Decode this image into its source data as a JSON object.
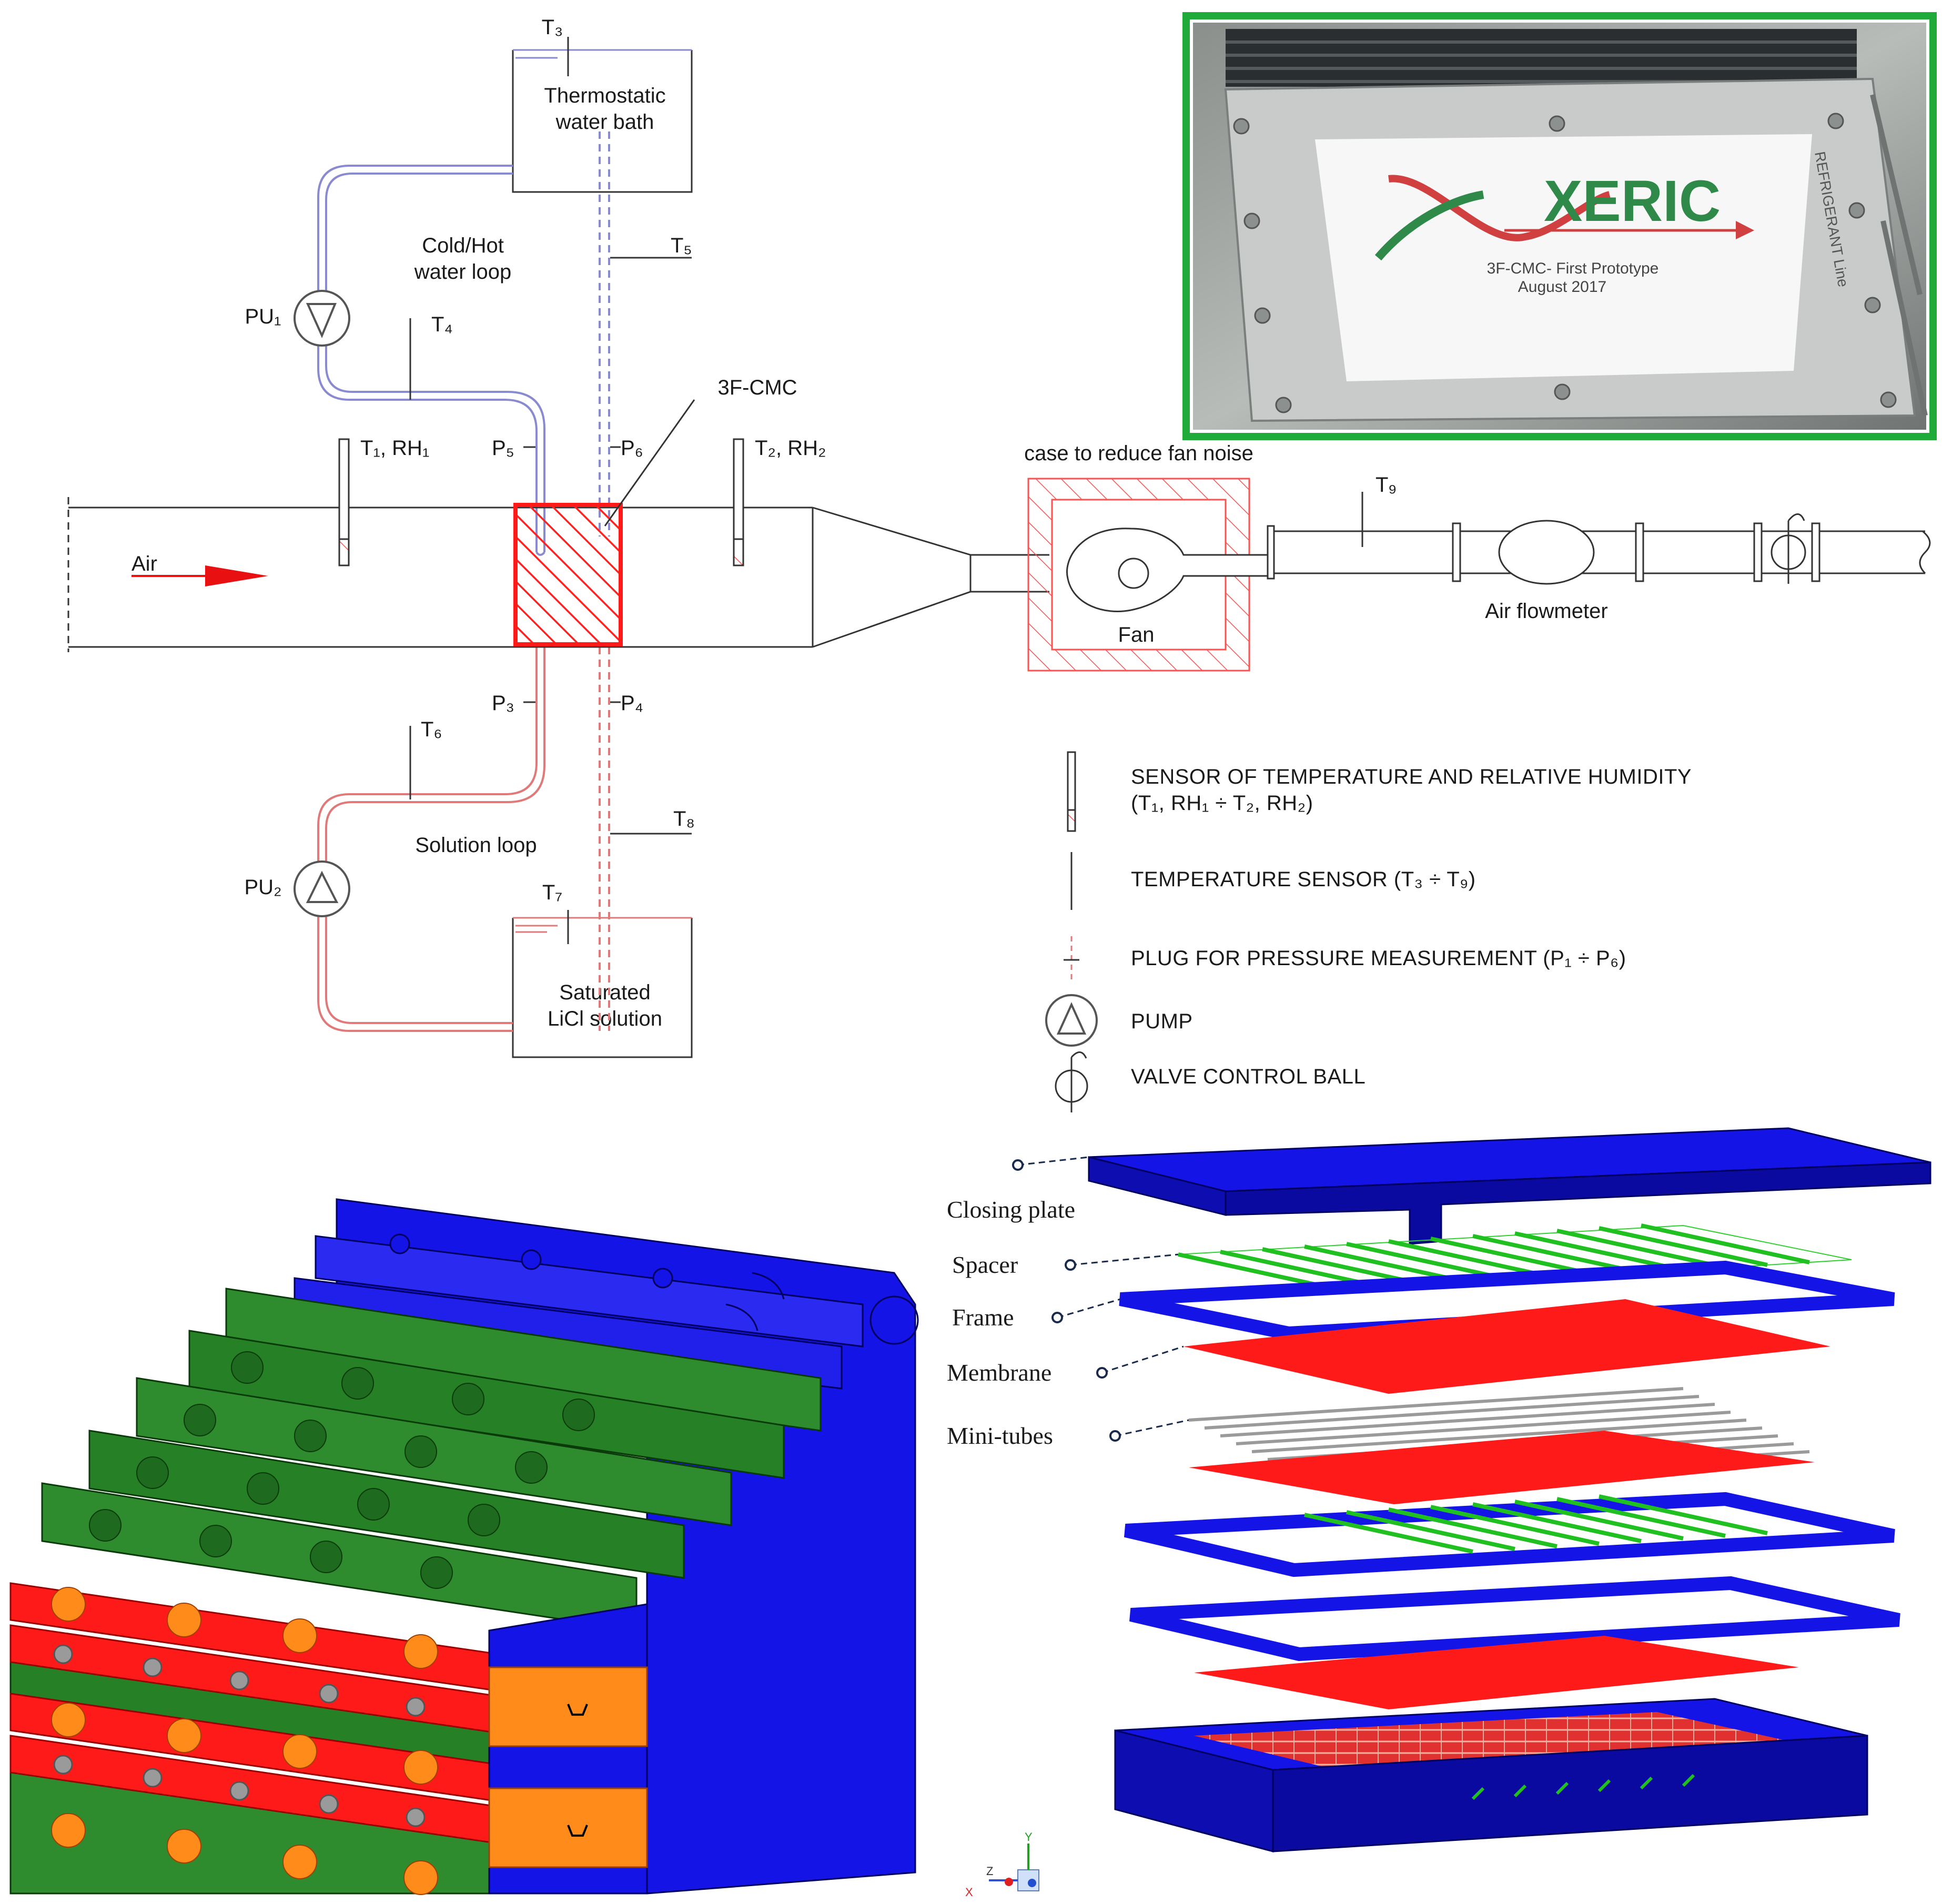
{
  "schematic": {
    "bath_top": {
      "line1": "Thermostatic",
      "line2": "water bath"
    },
    "bath_bottom": {
      "line1": "Saturated",
      "line2": "LiCl solution"
    },
    "water_loop": {
      "line1": "Cold/Hot",
      "line2": "water loop"
    },
    "solution_loop": "Solution loop",
    "pump1": "PU₁",
    "pump2": "PU₂",
    "module": "3F-CMC",
    "air": "Air",
    "fan": "Fan",
    "fan_case": "case to reduce fan noise",
    "flowmeter": "Air flowmeter",
    "sensors": {
      "t1": "T₁, RH₁",
      "t2": "T₂, RH₂",
      "t3": "T₃",
      "t4": "T₄",
      "t5": "T₅",
      "t6": "T₆",
      "t7": "T₇",
      "t8": "T₈",
      "t9": "T₉",
      "p3": "P₃",
      "p4": "P₄",
      "p5": "P₅",
      "p6": "P₆"
    }
  },
  "legend": [
    {
      "icon": "temp-humidity-sensor-icon",
      "line1": "SENSOR OF TEMPERATURE AND RELATIVE HUMIDITY",
      "line2": "(T₁, RH₁ ÷ T₂, RH₂)"
    },
    {
      "icon": "temperature-sensor-icon",
      "line1": "TEMPERATURE SENSOR (T₃ ÷ T₉)"
    },
    {
      "icon": "pressure-plug-icon",
      "line1": "PLUG FOR PRESSURE MEASUREMENT (P₁ ÷ P₆)"
    },
    {
      "icon": "pump-icon",
      "line1": "PUMP"
    },
    {
      "icon": "valve-icon",
      "line1": "VALVE CONTROL BALL"
    }
  ],
  "photo": {
    "logo": "XERIC",
    "caption_line1": "3F-CMC- First Prototype",
    "caption_line2": "August 2017",
    "side_text": "REFRIGERANT Line"
  },
  "exploded": {
    "labels": [
      "Closing plate",
      "Spacer",
      "Frame",
      "Membrane",
      "Mini-tubes"
    ]
  },
  "axes": {
    "y": "Y",
    "z": "Z",
    "x": "X"
  },
  "colors": {
    "frame_blue": "#1010e8",
    "spacer_green": "#1f8a1f",
    "membrane_red": "#ff1a1a",
    "tube_orange": "#ff8c1a",
    "photo_border": "#1faa3a",
    "water_line": "#8a8ad0",
    "solution_line": "#e07a7a"
  }
}
